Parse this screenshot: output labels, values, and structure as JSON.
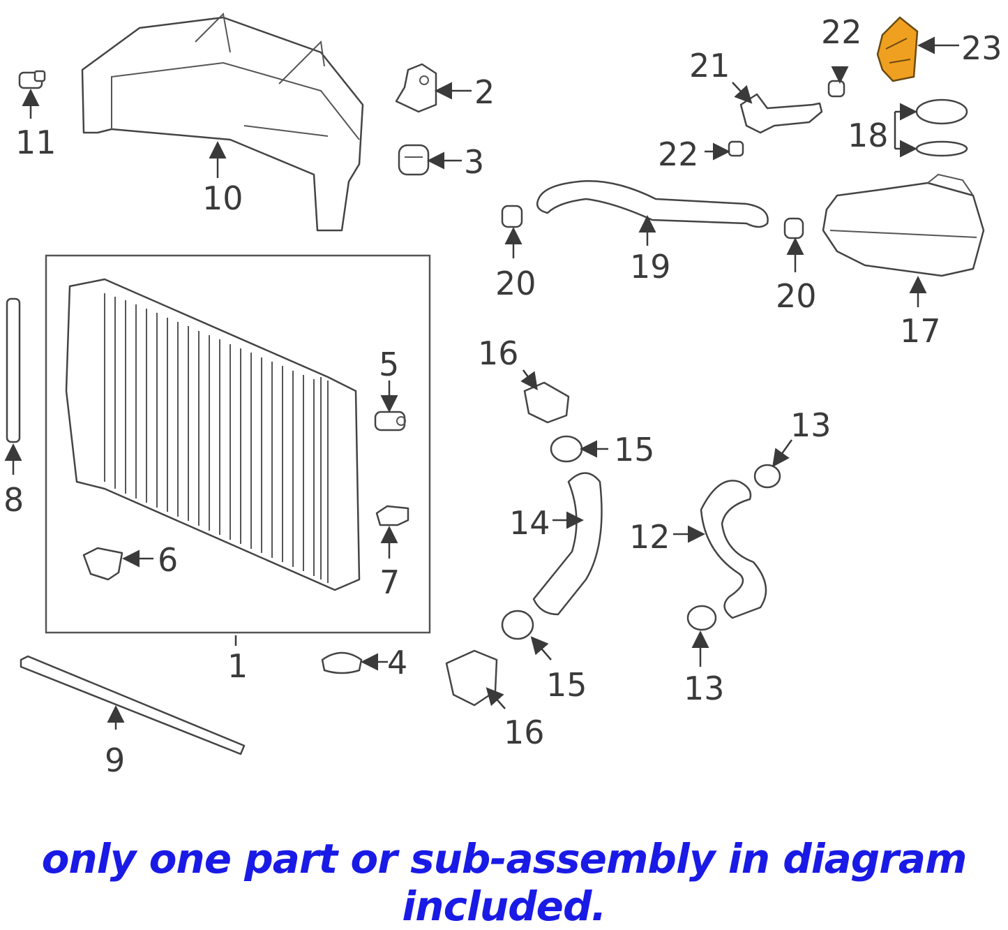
{
  "callouts": {
    "c1": "1",
    "c2": "2",
    "c3": "3",
    "c4": "4",
    "c5": "5",
    "c6": "6",
    "c7": "7",
    "c8": "8",
    "c9": "9",
    "c10": "10",
    "c11": "11",
    "c12": "12",
    "c13a": "13",
    "c13b": "13",
    "c14": "14",
    "c15a": "15",
    "c15b": "15",
    "c16a": "16",
    "c16b": "16",
    "c17": "17",
    "c18": "18",
    "c19": "19",
    "c20a": "20",
    "c20b": "20",
    "c21": "21",
    "c22a": "22",
    "c22b": "22",
    "c23": "23"
  },
  "note": "only one part or sub-assembly in diagram included.",
  "colors": {
    "highlight": "#f0a020",
    "note_text": "#1a1ae6",
    "line_art": "#444444"
  }
}
